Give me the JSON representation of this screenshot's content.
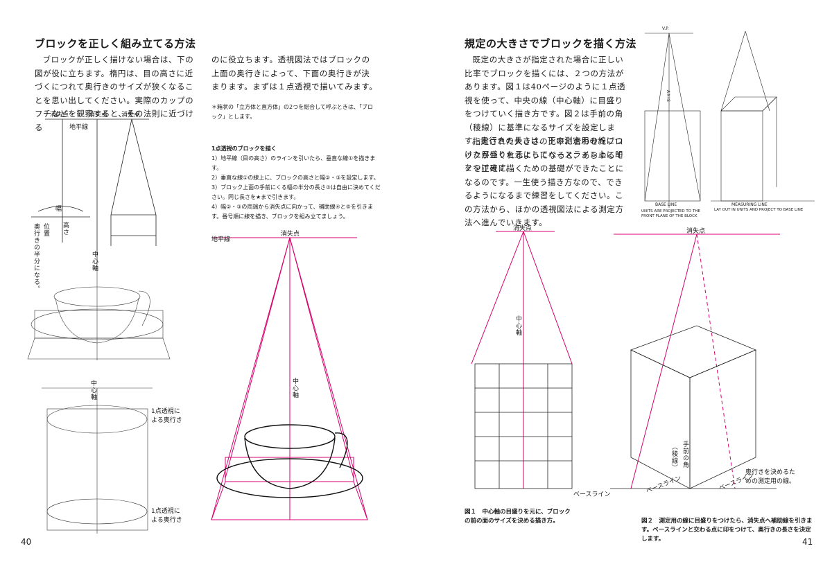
{
  "left": {
    "title": "ブロックを正しく組み立てる方法",
    "para_col1": "ブロックが正しく描けない場合は、下の図が役に立ちます。楕円は、目の高さに近づくにつれて奥行きのサイズが狭くなることを思い出してください。実際のカップのフチなどを観察すると、その法則に近づける",
    "para_col2": "のに役立ちます。透視図法ではブロックの上面の奥行きによって、下面の奥行きが決まります。まずは１点透視で描いてみます。",
    "note": "＊箱状の「立方体と直方体」の2つを総合して呼ぶときは、「ブロック」とします。",
    "steps_title": "1点透視のブロックを描く",
    "steps": [
      "1）地平線（目の高さ）のラインを引いたら、垂直な線①を描きます。",
      "2）垂直な線①の線上に、ブロックの高さと幅②・③を設定します。",
      "3）ブロック上面の手前にくる幅の半分の長さ③は自由に決めてください。同じ長さを★まで引きます。",
      "4）幅②・③の両端から消失点に向かって、補助線④と⑤を引きます。番号順に線を描き、ブロックを組み立てましょう。"
    ],
    "labels": {
      "vp1": "消失点",
      "vp2": "消失点",
      "vp3": "消失点",
      "horizon": "地平線",
      "width": "幅",
      "height": "高さ",
      "position": "位置",
      "depth_half": "奥行きの半分になる。",
      "center_axis": "中心軸",
      "center_axis2": "中心軸",
      "depth_note1": "1点透視による奥行き",
      "depth_note2": "1点透視による奥行き",
      "horizon_big": "地平線",
      "vp_big": "消失点",
      "center_axis_big": "中心軸"
    },
    "page_number": "40"
  },
  "right": {
    "title": "規定の大きさでブロックを描く方法",
    "para": "既定の大きさが指定された場合に正しい比率でブロックを描くには、２つの方法があります。図１は40ページのように１点透視を使って、中央の線（中心軸）に目盛りをつけていく描き方です。図２は手前の角（稜線）に基準になるサイズを設定します。奥行きの長さは、下の測定用の線につけた目盛りを元にしてベースライン上に印をつけます。",
    "para2": "指定された大きさの比率に合わせたブロックがつくれるようになると、あらゆるモノを正確に描くための基礎ができたことになるのです。一生使う描き方なので、できるようになるまで練習をしてください。この方法から、ほかの透視図法による測定方法へ進んでいきます。",
    "labels": {
      "vp_small": "V.P.",
      "axis_small": "AXIS",
      "base_line_small": "BASE LINE",
      "units_note": "UNITS ARE PROJECTED TO THE FRONT PLANE OF THE BLOCK",
      "measuring_line": "MEASURING LINE",
      "measuring_note": "LAY OUT IN UNITS AND PROJECT TO BASE LINE",
      "vp_fig1": "消失点",
      "vp_fig2": "消失点",
      "center_axis": "中心軸",
      "base_line": "ベースライン",
      "front_corner": "手前の角",
      "ridge": "（稜線）",
      "base_line_a": "ベースライン",
      "base_line_b": "ベースライン",
      "depth_measure": "奥行きを決めるための測定用の線。"
    },
    "caption1": "図１　中心軸の目盛りを元に、ブロックの前の面のサイズを決める描き方。",
    "caption2": "図２　測定用の線に目盛りをつけたら、消失点へ補助線を引きます。ベースラインと交わる点に印をつけて、奥行きの長さを決定します。",
    "page_number": "41"
  },
  "colors": {
    "accent": "#d6006f",
    "ink": "#1a1a1a"
  }
}
